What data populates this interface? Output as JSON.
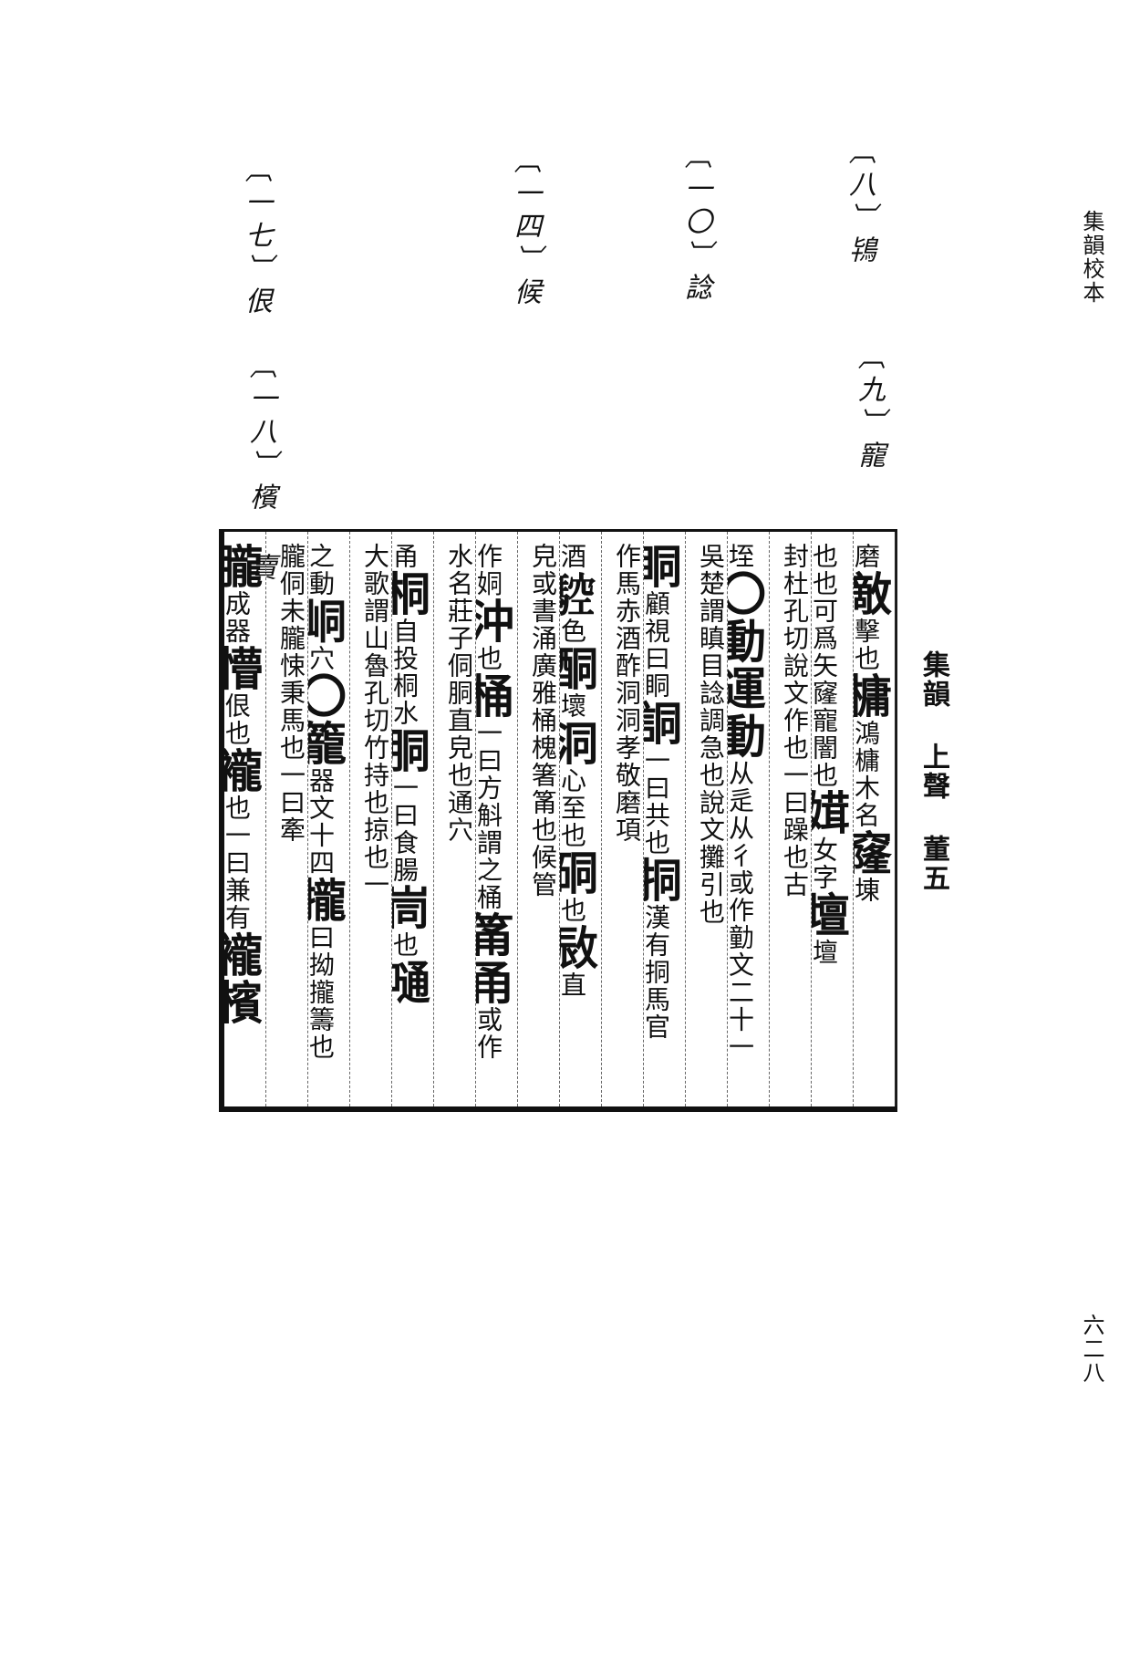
{
  "header": {
    "side_title": "集韻校本",
    "page_number": "六二八"
  },
  "margin_notes": [
    {
      "label": "〔八〕鴇"
    },
    {
      "label": "〔九〕寵"
    },
    {
      "label": "〔一〇〕諗"
    },
    {
      "label": "〔一四〕候"
    },
    {
      "label": "〔一七〕佷"
    },
    {
      "label": "〔一八〕檳 賣"
    }
  ],
  "gutter": {
    "text": "集韻 上聲 董五"
  },
  "columns": [
    [
      {
        "t": "磨",
        "s": "small"
      },
      {
        "t": "敵",
        "s": "big"
      },
      {
        "t": "擊也",
        "s": "small"
      },
      {
        "t": "槦",
        "s": "big"
      },
      {
        "t": "鴻槦木名",
        "s": "small"
      },
      {
        "t": "窿",
        "s": "big"
      },
      {
        "t": "埬",
        "s": "small"
      }
    ],
    [
      {
        "t": "也",
        "s": "small"
      },
      {
        "t": "也可爲矢",
        "s": "small"
      },
      {
        "t": "窿寵闇也",
        "s": "small"
      },
      {
        "t": "媶",
        "s": "big"
      },
      {
        "t": "女字",
        "s": "small"
      },
      {
        "t": "壇",
        "s": "big"
      },
      {
        "t": "壇",
        "s": "small"
      }
    ],
    [
      {
        "t": "封",
        "s": "small"
      },
      {
        "t": "杜孔切說文作也一曰躁也古",
        "s": "small"
      }
    ],
    [
      {
        "t": "垤",
        "s": "small"
      },
      {
        "t": "〇",
        "s": "big"
      },
      {
        "t": "動運動",
        "s": "big"
      },
      {
        "t": "从辵从彳或作勭文二十一",
        "s": "small"
      }
    ],
    [
      {
        "t": "吳楚謂瞋目",
        "s": "small"
      },
      {
        "t": "諗調急也",
        "s": "small"
      },
      {
        "t": "說文攤引也",
        "s": "small"
      }
    ],
    [
      {
        "t": "眮",
        "s": "big"
      },
      {
        "t": "顧視曰眮",
        "s": "small"
      },
      {
        "t": "詷",
        "s": "big"
      },
      {
        "t": "一曰共也",
        "s": "small"
      },
      {
        "t": "挏",
        "s": "big"
      },
      {
        "t": "漢有挏馬官",
        "s": "small"
      }
    ],
    [
      {
        "t": "作馬",
        "s": "small"
      },
      {
        "t": "赤",
        "s": "small"
      },
      {
        "t": "酒酢",
        "s": "small"
      },
      {
        "t": "洞洞孝敬",
        "s": "small"
      },
      {
        "t": "磨",
        "s": "small"
      },
      {
        "t": "項",
        "s": "small"
      }
    ],
    [
      {
        "t": "酒",
        "s": "small"
      },
      {
        "t": "𩣼",
        "s": "big"
      },
      {
        "t": "色",
        "s": "small"
      },
      {
        "t": "酮",
        "s": "big"
      },
      {
        "t": "壞",
        "s": "small"
      },
      {
        "t": "洞",
        "s": "big"
      },
      {
        "t": "心至也",
        "s": "small"
      },
      {
        "t": "硐",
        "s": "big"
      },
      {
        "t": "也",
        "s": "small"
      },
      {
        "t": "敐",
        "s": "big"
      },
      {
        "t": "直",
        "s": "small"
      }
    ],
    [
      {
        "t": "皃或書",
        "s": "small"
      },
      {
        "t": "涌",
        "s": "small"
      },
      {
        "t": "廣雅桶槐箸筩也",
        "s": "small"
      },
      {
        "t": "候管",
        "s": "small"
      }
    ],
    [
      {
        "t": "作姛",
        "s": "small"
      },
      {
        "t": "沖",
        "s": "big"
      },
      {
        "t": "也",
        "s": "small"
      },
      {
        "t": "桶",
        "s": "big"
      },
      {
        "t": "一曰方斛謂之桶",
        "s": "small"
      },
      {
        "t": "筩甬",
        "s": "big"
      },
      {
        "t": "或作",
        "s": "small"
      }
    ],
    [
      {
        "t": "水名莊子",
        "s": "small"
      },
      {
        "t": "侗胴直皃也",
        "s": "small"
      },
      {
        "t": "通穴",
        "s": "small"
      }
    ],
    [
      {
        "t": "甬",
        "s": "small"
      },
      {
        "t": "桐",
        "s": "big"
      },
      {
        "t": "自投桐水",
        "s": "small"
      },
      {
        "t": "胴",
        "s": "big"
      },
      {
        "t": "一曰食腸",
        "s": "small"
      },
      {
        "t": "峝",
        "s": "big"
      },
      {
        "t": "也",
        "s": "small"
      },
      {
        "t": "嗵",
        "s": "big"
      }
    ],
    [
      {
        "t": "大歌謂",
        "s": "small"
      },
      {
        "t": "山",
        "s": "small"
      },
      {
        "t": "魯孔切竹",
        "s": "small"
      },
      {
        "t": "持也掠也一",
        "s": "small"
      }
    ],
    [
      {
        "t": "之動",
        "s": "small"
      },
      {
        "t": "峒",
        "s": "big"
      },
      {
        "t": "穴",
        "s": "small"
      },
      {
        "t": "〇",
        "s": "big"
      },
      {
        "t": "籠",
        "s": "big"
      },
      {
        "t": "器文十四",
        "s": "small"
      },
      {
        "t": "攏",
        "s": "big"
      },
      {
        "t": "曰拗攏籌也",
        "s": "small"
      }
    ],
    [
      {
        "t": "朧侗未",
        "s": "small"
      },
      {
        "t": "朧悚",
        "s": "small"
      },
      {
        "t": "秉馬也一曰牽",
        "s": "small"
      }
    ],
    [
      {
        "t": "朧",
        "s": "big"
      },
      {
        "t": "成器",
        "s": "small"
      },
      {
        "t": "懵",
        "s": "big"
      },
      {
        "t": "佷也",
        "s": "small"
      },
      {
        "t": "襱",
        "s": "big"
      },
      {
        "t": "也一曰兼有",
        "s": "small"
      },
      {
        "t": "襱",
        "s": "big"
      },
      {
        "t": "檳",
        "s": "big"
      }
    ]
  ]
}
